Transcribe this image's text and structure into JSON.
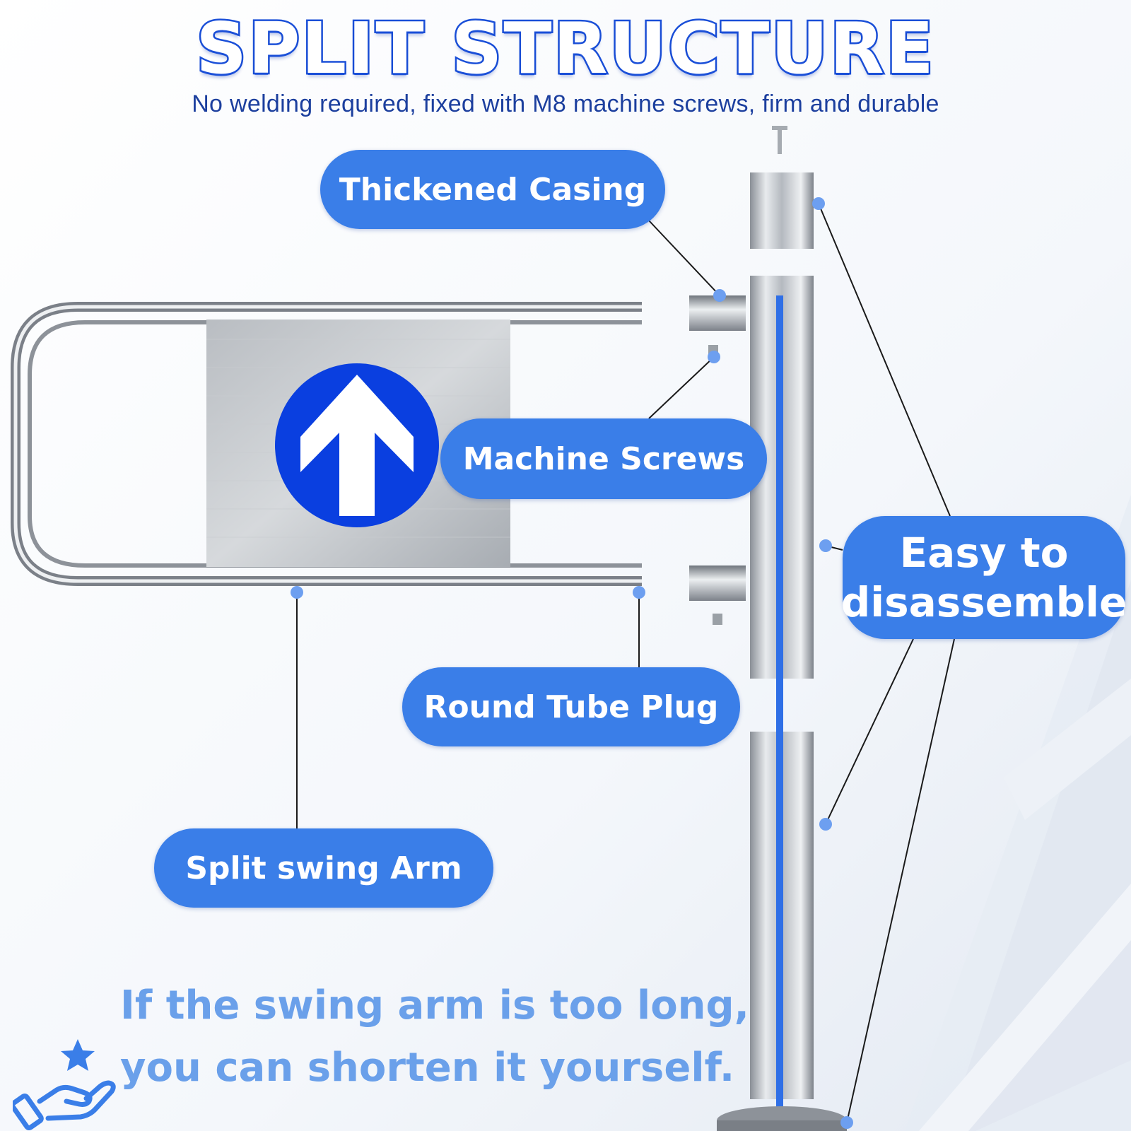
{
  "title": "SPLIT STRUCTURE",
  "subtitle": "No welding required, fixed with M8 machine screws, firm and durable",
  "callouts": {
    "thickened_casing": "Thickened Casing",
    "machine_screws": "Machine Screws",
    "easy_line1": "Easy to",
    "easy_line2": "disassemble",
    "round_tube_plug": "Round Tube Plug",
    "split_swing_arm": "Split swing Arm"
  },
  "tip": {
    "line1": "If the swing arm is too long,",
    "line2": "you can shorten it yourself."
  },
  "icons": {
    "sign": "up-arrow-icon",
    "hand": "hand-star-icon"
  },
  "colors": {
    "accent": "#3a7ee8",
    "title_stroke": "#1a4fd8",
    "sign_blue": "#0a3fe0",
    "tip_text": "#6aa0ea",
    "pole_stripe": "#2f6fe6"
  }
}
